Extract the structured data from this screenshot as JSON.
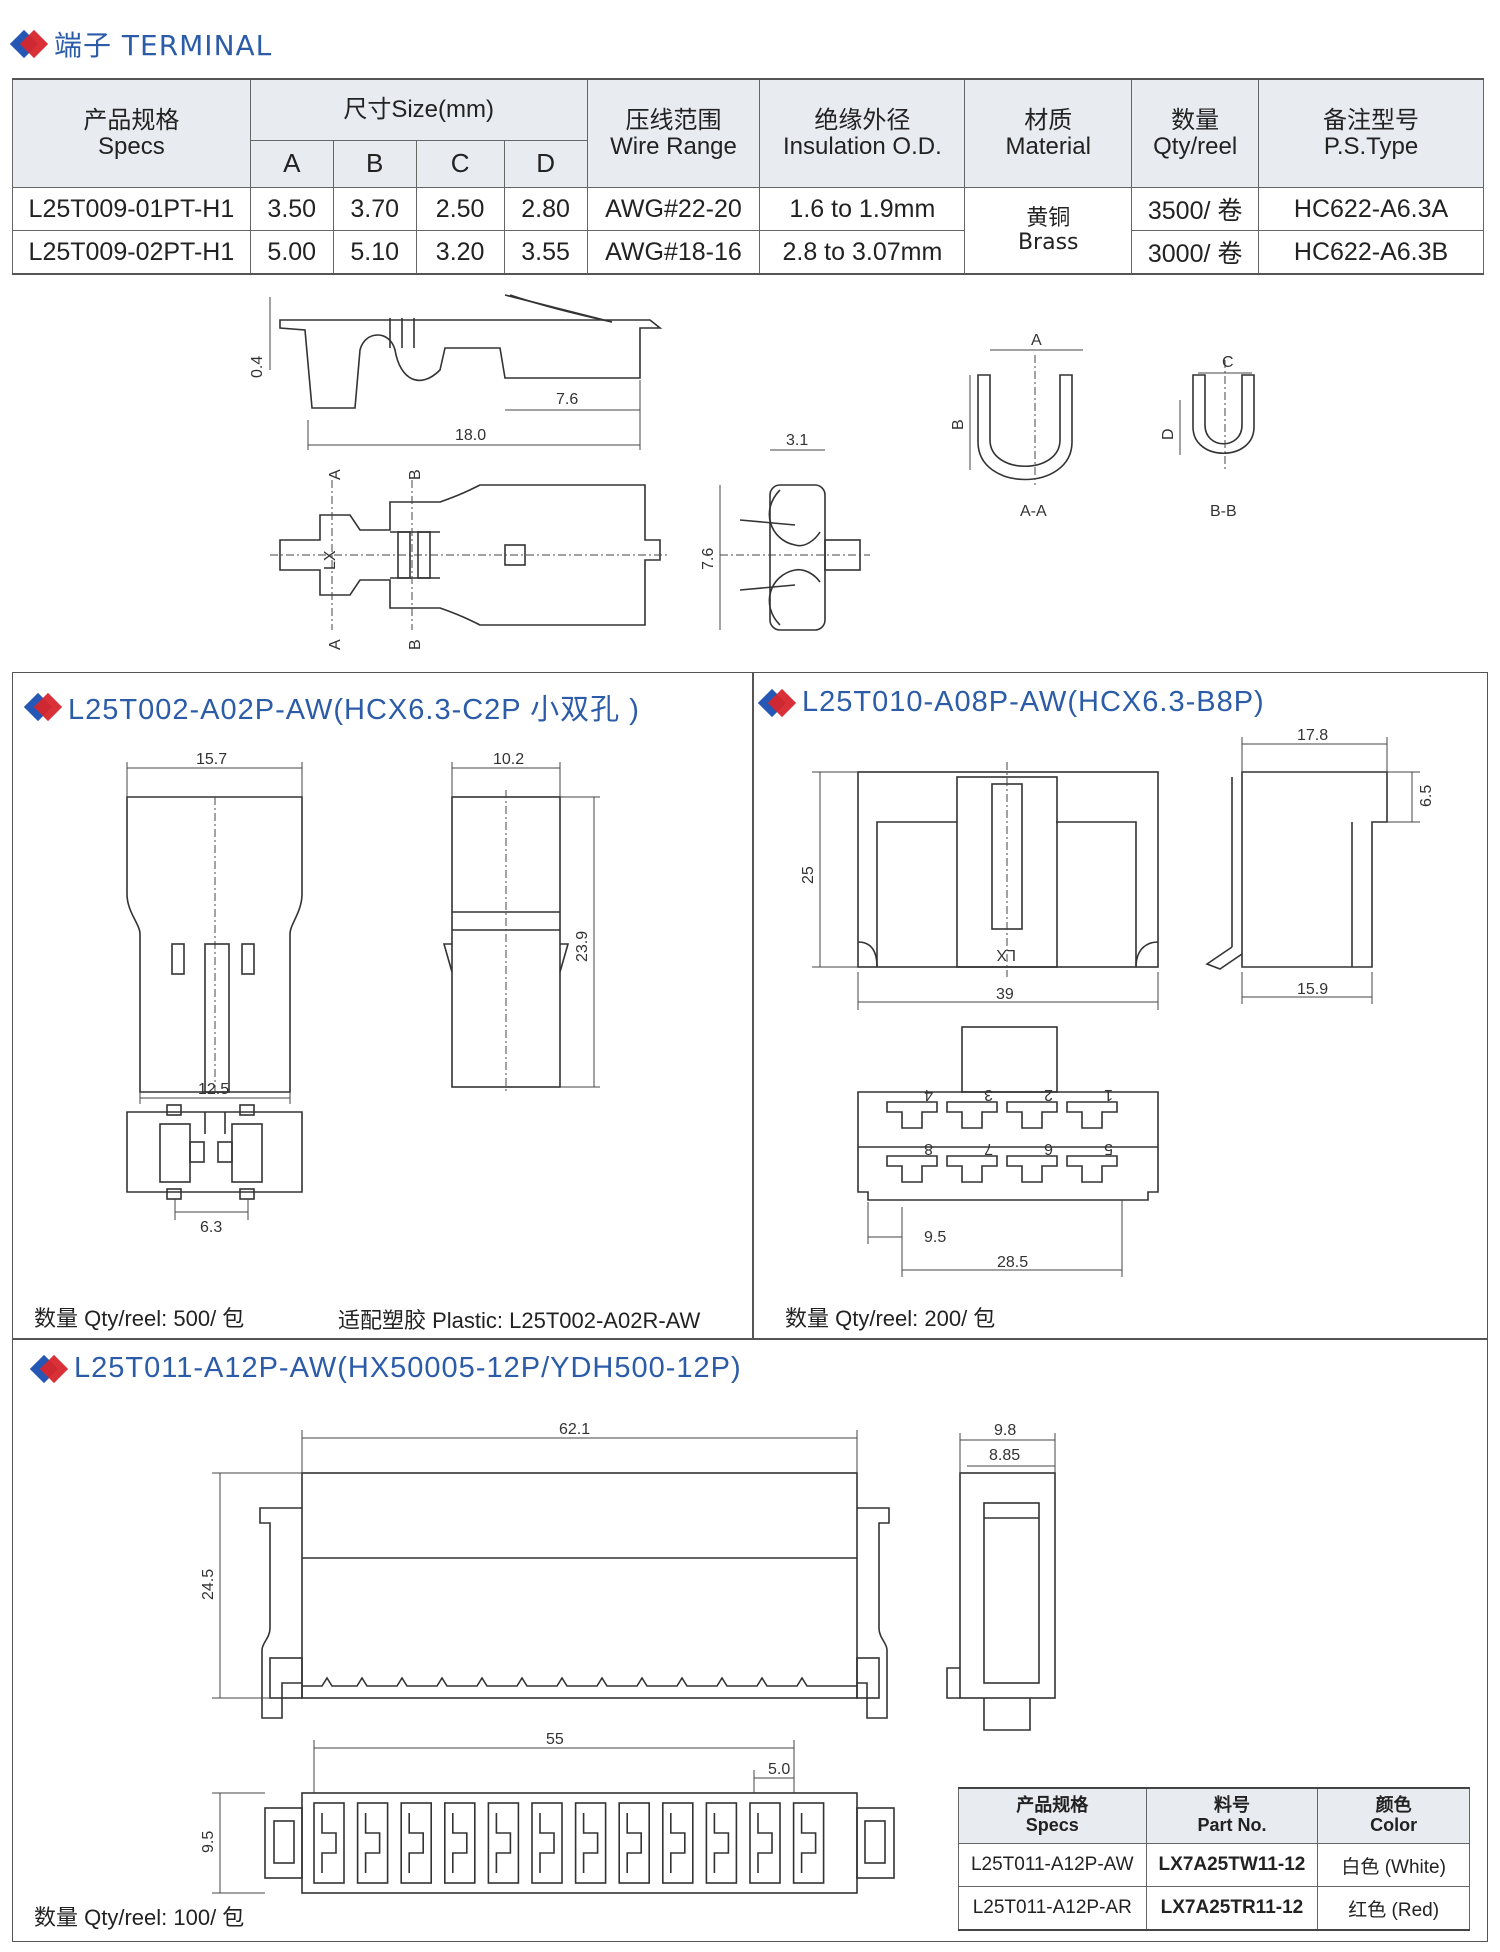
{
  "terminal": {
    "title": "端子 TERMINAL",
    "headers": {
      "specs": "产品规格\nSpecs",
      "size": "尺寸Size(mm)",
      "a": "A",
      "b": "B",
      "c": "C",
      "d": "D",
      "wire": "压线范围\nWire Range",
      "od": "绝缘外径\nInsulation O.D.",
      "material": "材质\nMaterial",
      "qty": "数量\nQty/reel",
      "ps": "备注型号\nP.S.Type"
    },
    "rows": [
      {
        "spec": "L25T009-01PT-H1",
        "a": "3.50",
        "b": "3.70",
        "c": "2.50",
        "d": "2.80",
        "wire": "AWG#22-20",
        "od": "1.6 to 1.9mm",
        "qty": "3500/ 卷",
        "ps": "HC622-A6.3A"
      },
      {
        "spec": "L25T009-02PT-H1",
        "a": "5.00",
        "b": "5.10",
        "c": "3.20",
        "d": "3.55",
        "wire": "AWG#18-16",
        "od": "2.8 to 3.07mm",
        "qty": "3000/ 卷",
        "ps": "HC622-A6.3B"
      }
    ],
    "material": "黄铜\nBrass",
    "dims": {
      "d04": "0.4",
      "d76": "7.6",
      "d180": "18.0",
      "d31": "3.1",
      "d76v": "7.6",
      "a": "A",
      "b": "B",
      "c": "C",
      "d": "D",
      "aa": "A-A",
      "bb": "B-B",
      "lx": "LX"
    }
  },
  "panel1": {
    "title": "L25T002-A02P-AW(HCX6.3-C2P 小双孔 )",
    "dims": {
      "w157": "15.7",
      "w102": "10.2",
      "h239": "23.9",
      "w125": "12.5",
      "w63": "6.3"
    },
    "qty": "数量 Qty/reel:  500/ 包",
    "plastic": "适配塑胶 Plastic:  L25T002-A02R-AW"
  },
  "panel2": {
    "title": "L25T010-A08P-AW(HCX6.3-B8P)",
    "dims": {
      "h25": "25",
      "w39": "39",
      "w178": "17.8",
      "h65": "6.5",
      "w159": "15.9",
      "w95": "9.5",
      "w285": "28.5",
      "lx": "LX"
    },
    "pins": [
      "1",
      "2",
      "3",
      "4",
      "5",
      "6",
      "7",
      "8"
    ],
    "qty": "数量 Qty/reel:  200/ 包"
  },
  "panel3": {
    "title": "L25T011-A12P-AW(HX50005-12P/YDH500-12P)",
    "dims": {
      "w621": "62.1",
      "h245": "24.5",
      "w98": "9.8",
      "w885": "8.85",
      "w55": "55",
      "w50": "5.0",
      "h95": "9.5"
    },
    "qty": "数量 Qty/reel:  100/ 包",
    "color_table": {
      "headers": {
        "specs": "产品规格\nSpecs",
        "part": "料号\nPart No.",
        "color": "颜色\nColor"
      },
      "rows": [
        {
          "spec": "L25T011-A12P-AW",
          "part": "LX7A25TW11-12",
          "color": "白色 (White)"
        },
        {
          "spec": "L25T011-A12P-AR",
          "part": "LX7A25TR11-12",
          "color": "红色 (Red)"
        }
      ]
    }
  }
}
